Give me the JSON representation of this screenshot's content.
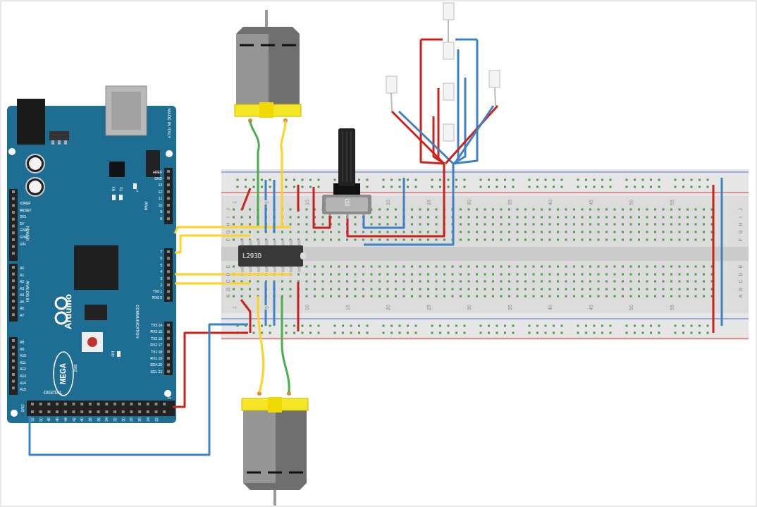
{
  "diagram": {
    "nodes": [
      {
        "text": [
          "L293D"
        ]
      }
    ],
    "labels": [
      "MADE IN ITALY",
      "AREF",
      "GND",
      "13",
      "12",
      "11",
      "10",
      "9",
      "8",
      "PWM",
      "L",
      "7",
      "6",
      "5",
      "4",
      "3",
      "2",
      "TX0 1",
      "RX0 0",
      "COMMUNICATION",
      "TX3 14",
      "RX3 15",
      "TX2 16",
      "RX2 17",
      "TX1 18",
      "RX1 19",
      "SDA 20",
      "SCL 21",
      "IOREF",
      "RESET",
      "3V3",
      "5V",
      "GND",
      "GND",
      "VIN",
      "POWER",
      "A0",
      "A1",
      "A2",
      "A3",
      "A4",
      "A5",
      "A6",
      "A7",
      "ANALOG IN",
      "A8",
      "A9",
      "A10",
      "A11",
      "A12",
      "A13",
      "A14",
      "A15",
      "DIGITAL",
      "Arduino",
      "MEGA",
      "2560",
      "RX",
      "TX",
      "ON",
      "GND",
      "52",
      "50",
      "48",
      "46",
      "44",
      "42",
      "40",
      "38",
      "36",
      "34",
      "32",
      "30",
      "28",
      "26",
      "24",
      "22",
      "5V",
      "1",
      "5",
      "10",
      "15",
      "20",
      "25",
      "30",
      "35",
      "40",
      "45",
      "50",
      "55",
      "1",
      "5",
      "10",
      "15",
      "20",
      "25",
      "30",
      "35",
      "40",
      "45",
      "50",
      "55",
      "J",
      "I",
      "H",
      "G",
      "F",
      "E",
      "D",
      "C",
      "B",
      "A",
      "J",
      "I",
      "H",
      "G",
      "F",
      "E",
      "D",
      "C",
      "B",
      "A"
    ]
  }
}
